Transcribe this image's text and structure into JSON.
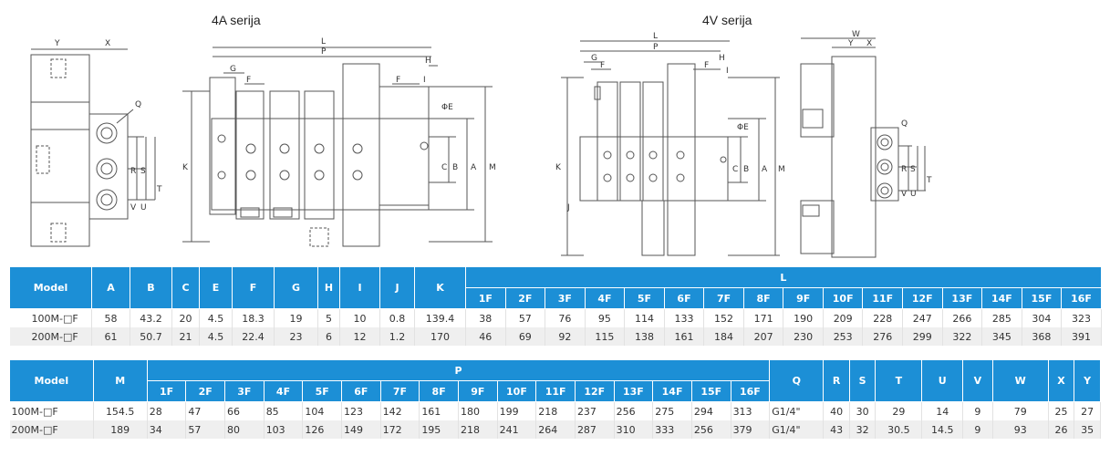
{
  "titles": {
    "series_4a": "4A serija",
    "series_4v": "4V serija"
  },
  "dimension_letters": {
    "side_left": [
      "Y",
      "X",
      "Q",
      "R",
      "S",
      "T",
      "V",
      "U"
    ],
    "front_4a": [
      "L",
      "P",
      "H",
      "G",
      "F",
      "F",
      "I",
      "ΦE",
      "K",
      "C",
      "B",
      "A",
      "M"
    ],
    "front_4v": [
      "L",
      "P",
      "H",
      "G",
      "F",
      "F",
      "I",
      "ΦE",
      "K",
      "J",
      "C",
      "B",
      "A",
      "M"
    ],
    "side_right": [
      "W",
      "Y",
      "X",
      "Q",
      "R",
      "S",
      "T",
      "V",
      "U"
    ]
  },
  "table1": {
    "head": {
      "model": "Model",
      "A": "A",
      "B": "B",
      "C": "C",
      "E": "E",
      "F": "F",
      "G": "G",
      "H": "H",
      "I": "I",
      "J": "J",
      "K": "K",
      "L": "L"
    },
    "l_sizes": [
      "1F",
      "2F",
      "3F",
      "4F",
      "5F",
      "6F",
      "7F",
      "8F",
      "9F",
      "10F",
      "11F",
      "12F",
      "13F",
      "14F",
      "15F",
      "16F"
    ],
    "rows": [
      {
        "model": "100M-□F",
        "vals": [
          "58",
          "43.2",
          "20",
          "4.5",
          "18.3",
          "19",
          "5",
          "10",
          "0.8",
          "139.4"
        ],
        "L": [
          "38",
          "57",
          "76",
          "95",
          "114",
          "133",
          "152",
          "171",
          "190",
          "209",
          "228",
          "247",
          "266",
          "285",
          "304",
          "323"
        ]
      },
      {
        "model": "200M-□F",
        "vals": [
          "61",
          "50.7",
          "21",
          "4.5",
          "22.4",
          "23",
          "6",
          "12",
          "1.2",
          "170"
        ],
        "L": [
          "46",
          "69",
          "92",
          "115",
          "138",
          "161",
          "184",
          "207",
          "230",
          "253",
          "276",
          "299",
          "322",
          "345",
          "368",
          "391"
        ]
      }
    ]
  },
  "table2": {
    "head": {
      "model": "Model",
      "M": "M",
      "P": "P",
      "Q": "Q",
      "R": "R",
      "S": "S",
      "T": "T",
      "U": "U",
      "V": "V",
      "W": "W",
      "X": "X",
      "Y": "Y"
    },
    "p_sizes": [
      "1F",
      "2F",
      "3F",
      "4F",
      "5F",
      "6F",
      "7F",
      "8F",
      "9F",
      "10F",
      "11F",
      "12F",
      "13F",
      "14F",
      "15F",
      "16F"
    ],
    "rows": [
      {
        "model": "100M-□F",
        "M": "154.5",
        "P": [
          "28",
          "47",
          "66",
          "85",
          "104",
          "123",
          "142",
          "161",
          "180",
          "199",
          "218",
          "237",
          "256",
          "275",
          "294",
          "313"
        ],
        "tail": [
          "G1/4\"",
          "40",
          "30",
          "29",
          "14",
          "9",
          "79",
          "25",
          "27"
        ]
      },
      {
        "model": "200M-□F",
        "M": "189",
        "P": [
          "34",
          "57",
          "80",
          "103",
          "126",
          "149",
          "172",
          "195",
          "218",
          "241",
          "264",
          "287",
          "310",
          "333",
          "256",
          "379"
        ],
        "tail": [
          "G1/4\"",
          "43",
          "32",
          "30.5",
          "14.5",
          "9",
          "93",
          "26",
          "35"
        ]
      }
    ]
  }
}
